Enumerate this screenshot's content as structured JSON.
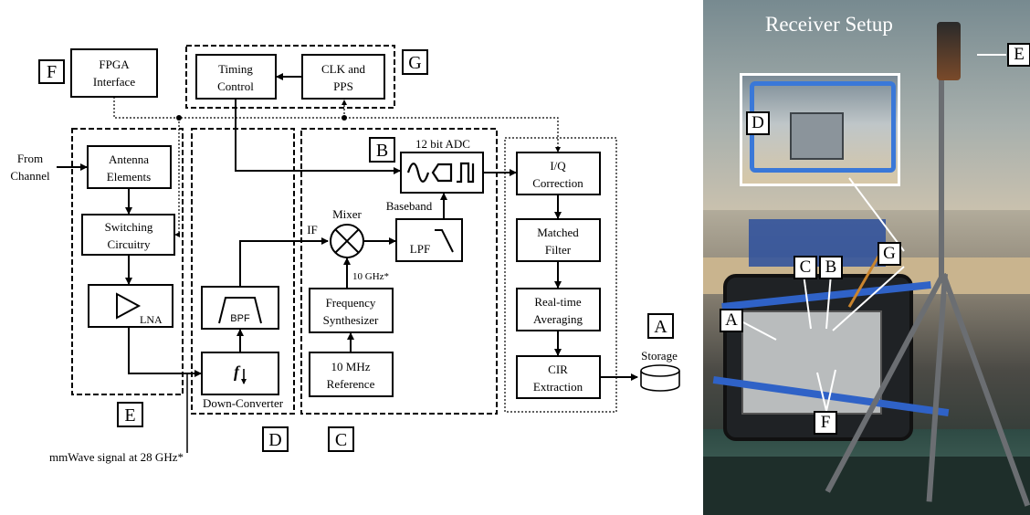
{
  "diagram": {
    "blocks": {
      "fpga": [
        "FPGA",
        "Interface"
      ],
      "timing": [
        "Timing",
        "Control"
      ],
      "clk": [
        "CLK and",
        "PPS"
      ],
      "antenna": [
        "Antenna",
        "Elements"
      ],
      "switching": [
        "Switching",
        "Circuitry"
      ],
      "lna": "LNA",
      "bpf": "BPF",
      "downconv_symbol": "f",
      "freq_synth": [
        "Frequency",
        "Synthesizer"
      ],
      "ref": [
        "10 MHz",
        "Reference"
      ],
      "lpf": "LPF",
      "iq": [
        "I/Q",
        "Correction"
      ],
      "matched": [
        "Matched",
        "Filter"
      ],
      "realtime": [
        "Real-time",
        "Averaging"
      ],
      "cir": [
        "CIR",
        "Extraction"
      ]
    },
    "text": {
      "from_channel": [
        "From",
        "Channel"
      ],
      "adc": "12 bit ADC",
      "mixer": "Mixer",
      "if": "IF",
      "baseband": "Baseband",
      "ten_ghz": "10 GHz*",
      "down_converter": "Down-Converter",
      "storage": "Storage",
      "mmwave": "mmWave signal at 28 GHz*"
    },
    "letters": {
      "F": "F",
      "G": "G",
      "B": "B",
      "A": "A",
      "E": "E",
      "D": "D",
      "C": "C"
    }
  },
  "photo": {
    "title": "Receiver Setup",
    "labels": {
      "E": "E",
      "D": "D",
      "C": "C",
      "B": "B",
      "G": "G",
      "A": "A",
      "F": "F"
    }
  }
}
